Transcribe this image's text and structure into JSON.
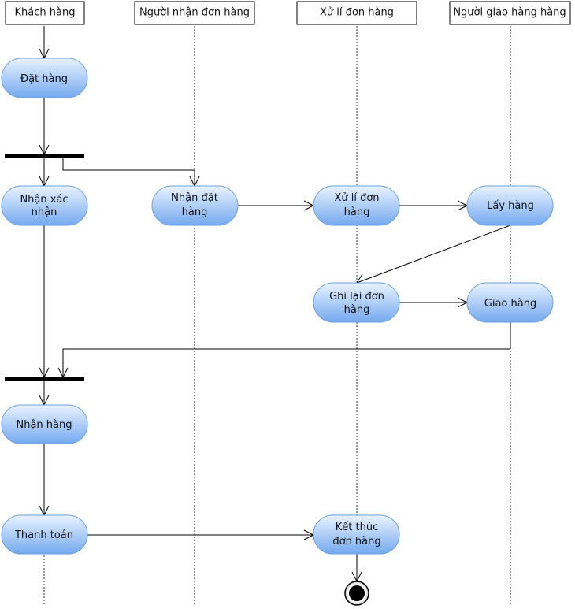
{
  "lanes": [
    {
      "id": "customer",
      "title": "Khách hàng"
    },
    {
      "id": "receiver",
      "title": "Người nhận đơn hàng"
    },
    {
      "id": "processing",
      "title": "Xử lí đơn hàng"
    },
    {
      "id": "shipper",
      "title": "Người giao hàng hàng"
    }
  ],
  "nodes": {
    "dat_hang": [
      "Đặt hàng"
    ],
    "nhan_xac_nhan": [
      "Nhận xác",
      "nhận"
    ],
    "nhan_dat_hang": [
      "Nhận đặt",
      "hàng"
    ],
    "xu_li_don_hang": [
      "Xử lí đơn",
      "hàng"
    ],
    "lay_hang": [
      "Lấy hàng"
    ],
    "ghi_lai_don_hang": [
      "Ghi lại đơn",
      "hàng"
    ],
    "giao_hang": [
      "Giao hàng"
    ],
    "nhan_hang": [
      "Nhận hàng"
    ],
    "thanh_toan": [
      "Thanh toán"
    ],
    "ket_thuc_don_hang": [
      "Kết thúc",
      "đơn hàng"
    ]
  },
  "edges": [
    [
      "lane_customer",
      "dat_hang"
    ],
    [
      "dat_hang",
      "fork_1"
    ],
    [
      "fork_1",
      "nhan_xac_nhan"
    ],
    [
      "fork_1",
      "nhan_dat_hang"
    ],
    [
      "nhan_dat_hang",
      "xu_li_don_hang"
    ],
    [
      "xu_li_don_hang",
      "lay_hang"
    ],
    [
      "lay_hang",
      "ghi_lai_don_hang"
    ],
    [
      "ghi_lai_don_hang",
      "giao_hang"
    ],
    [
      "nhan_xac_nhan",
      "join_1"
    ],
    [
      "giao_hang",
      "join_1"
    ],
    [
      "join_1",
      "nhan_hang"
    ],
    [
      "nhan_hang",
      "thanh_toan"
    ],
    [
      "thanh_toan",
      "ket_thuc_don_hang"
    ],
    [
      "ket_thuc_don_hang",
      "final_node"
    ]
  ],
  "colors": {
    "node_fill_top": "#eaf3ff",
    "node_fill_bottom": "#74a9ef",
    "node_stroke": "#6c9fe0",
    "line": "#000000"
  }
}
